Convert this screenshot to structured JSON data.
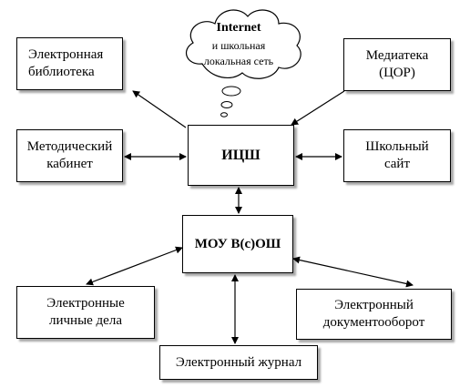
{
  "nodes": {
    "library": "Электронная\nбиблиотека",
    "media": "Медиатека\n(ЦОР)",
    "method": "Методический\nкабинет",
    "site": "Школьный\nсайт",
    "icsh": "ИЦШ",
    "mou": "МОУ В(с)ОШ",
    "files": "Электронные\nличные дела",
    "docflow": "Электронный\nдокументооборот",
    "journal": "Электронный журнал"
  },
  "cloud": {
    "title": "Internet",
    "subtitle": "и школьная\nлокальная сеть"
  }
}
